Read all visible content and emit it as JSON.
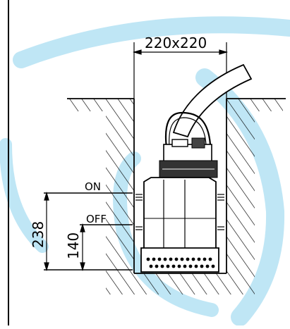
{
  "dimensions": {
    "pit_size": "220x220",
    "on_height": "238",
    "off_height": "140"
  },
  "levels": {
    "on_label": "ON",
    "off_label": "OFF"
  },
  "colors": {
    "line": "#000000",
    "watermark": "#bfe6f5",
    "background": "#ffffff"
  }
}
